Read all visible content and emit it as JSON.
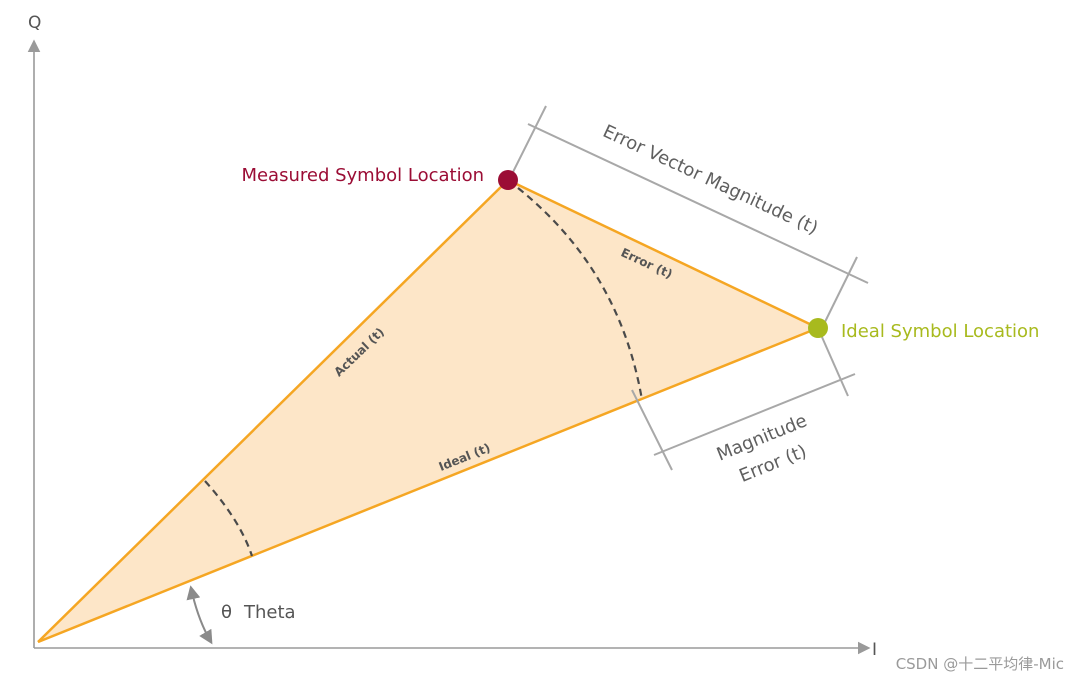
{
  "axes": {
    "y_label": "Q",
    "x_label": "I"
  },
  "labels": {
    "measured": "Measured Symbol Location",
    "ideal_point": "Ideal Symbol Location",
    "evm": "Error Vector Magnitude (t)",
    "error": "Error (t)",
    "actual": "Actual (t)",
    "ideal_vector": "Ideal (t)",
    "magnitude_line1": "Magnitude",
    "magnitude_line2": "Error (t)",
    "theta_symbol": "θ",
    "theta_word": "Theta"
  },
  "watermark": "CSDN @十二平均律-Mic",
  "colors": {
    "fill": "#fde6c8",
    "vector": "#f5a623",
    "measured": "#9b0d35",
    "ideal": "#a8ba1e",
    "dimension": "#a8a8a8",
    "axis": "#9a9a9a"
  }
}
